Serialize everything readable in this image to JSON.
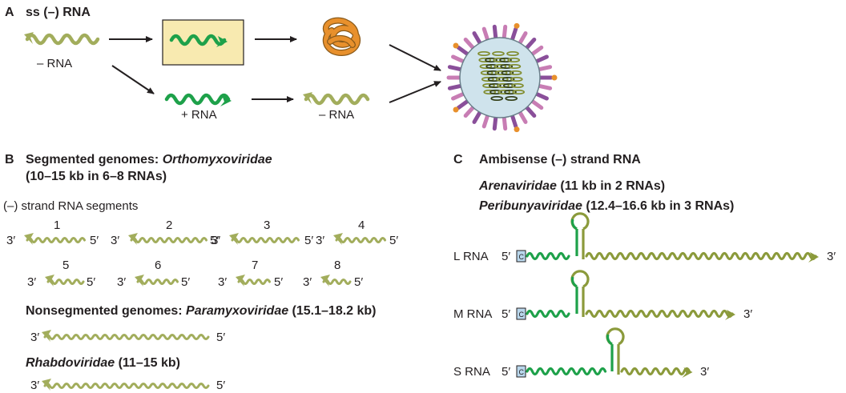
{
  "colors": {
    "olive": "#8b9a3b",
    "olive_light": "#a2ad5c",
    "green": "#1ea14a",
    "box_fill": "#f8eab0",
    "orange": "#e8902c",
    "virion_fill": "#cfe3ec",
    "spike_purple": "#8a4f9a",
    "spike_pink": "#c87db4",
    "c_box": "#b9d7ec"
  },
  "panel_a": {
    "letter": "A",
    "title": "ss (–) RNA",
    "minus_rna_1": "– RNA",
    "plus_rna": "+ RNA",
    "minus_rna_2": "– RNA"
  },
  "panel_b": {
    "letter": "B",
    "title_prefix": "Segmented genomes: ",
    "title_family": "Orthomyxoviridae",
    "title_line2": "(10–15 kb in 6–8 RNAs)",
    "segments_label": "(–) strand RNA segments",
    "segments": [
      {
        "num": "1",
        "end3": "3′",
        "end5": "5′"
      },
      {
        "num": "2",
        "end3": "3′",
        "end5": "5′"
      },
      {
        "num": "3",
        "end3": "3′",
        "end5": "5′"
      },
      {
        "num": "4",
        "end3": "3′",
        "end5": "5′"
      },
      {
        "num": "5",
        "end3": "3′",
        "end5": "5′"
      },
      {
        "num": "6",
        "end3": "3′",
        "end5": "5′"
      },
      {
        "num": "7",
        "end3": "3′",
        "end5": "5′"
      },
      {
        "num": "8",
        "end3": "3′",
        "end5": "5′"
      }
    ],
    "nonseg_prefix": "Nonsegmented genomes: ",
    "nonseg_family": "Paramyxoviridae",
    "nonseg_suffix": " (15.1–18.2 kb)",
    "rhabdo_family": "Rhabdoviridae",
    "rhabdo_suffix": " (11–15 kb)",
    "end3": "3′",
    "end5": "5′"
  },
  "panel_c": {
    "letter": "C",
    "title": "Ambisense (–) strand RNA",
    "arena_family": "Arenaviridae",
    "arena_suffix": " (11 kb in 2 RNAs)",
    "peri_family": "Peribunyaviridae",
    "peri_suffix": " (12.4–16.6 kb in 3 RNAs)",
    "rows": [
      {
        "name": "L RNA",
        "end5": "5′",
        "cap": "C",
        "end3": "3′"
      },
      {
        "name": "M RNA",
        "end5": "5′",
        "cap": "C",
        "end3": "3′"
      },
      {
        "name": "S RNA",
        "end5": "5′",
        "cap": "C",
        "end3": "3′"
      }
    ]
  }
}
